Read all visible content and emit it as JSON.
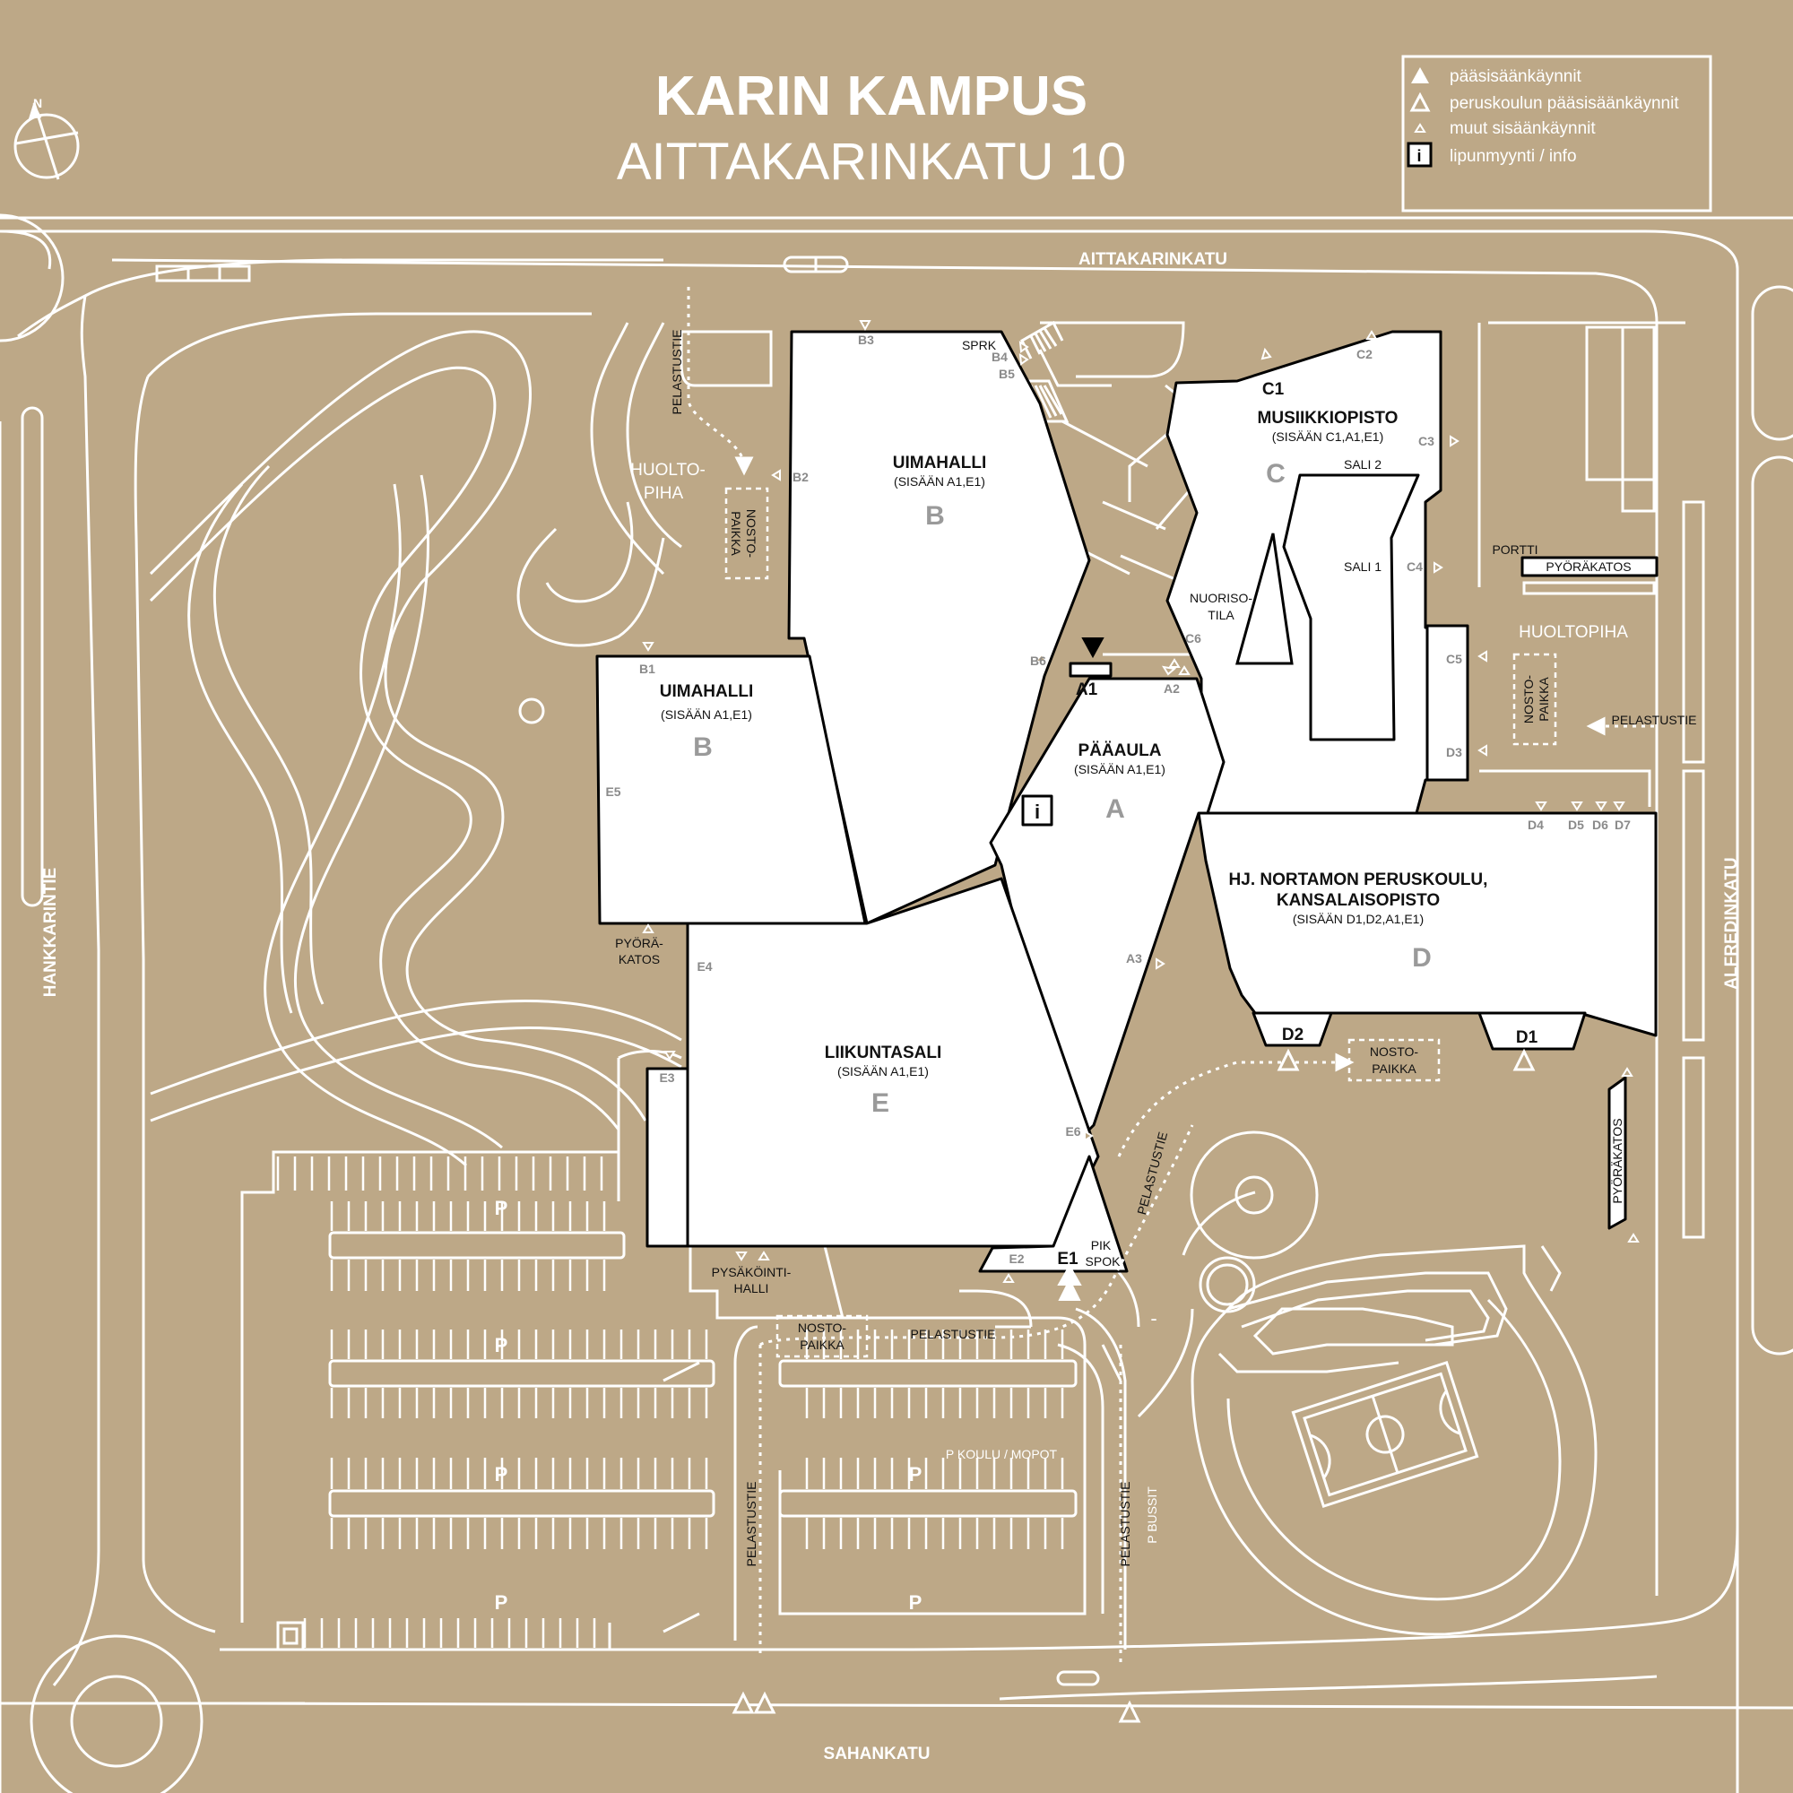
{
  "colors": {
    "background": "#bda887",
    "lines": "#ffffff",
    "building": "#ffffff",
    "text_dark": "#111111",
    "text_gray": "#9a9a9a"
  },
  "header": {
    "title": "KARIN KAMPUS",
    "subtitle": "AITTAKARINKATU 10",
    "compass_letter": "N"
  },
  "legend": [
    {
      "icon": "main-entrance-icon",
      "label": "pääsisäänkäynnit"
    },
    {
      "icon": "school-main-entrance-icon",
      "label": "peruskoulun pääsisäänkäynnit"
    },
    {
      "icon": "other-entrance-icon",
      "label": "muut sisäänkäynnit"
    },
    {
      "icon": "info-icon",
      "label": "lipunmyynti / info",
      "glyph": "i"
    }
  ],
  "streets": {
    "north": "AITTAKARINKATU",
    "west": "HANKKARINTIE",
    "east": "ALFREDINKATU",
    "south": "SAHANKATU"
  },
  "buildings": {
    "b_north": {
      "name": "UIMAHALLI",
      "sub": "(SISÄÄN A1,E1)",
      "letter": "B"
    },
    "b_west": {
      "name": "UIMAHALLI",
      "sub": "(SISÄÄN A1,E1)",
      "letter": "B"
    },
    "c": {
      "name": "MUSIIKKIOPISTO",
      "sub": "(SISÄÄN C1,A1,E1)",
      "letter": "C",
      "hall2": "SALI 2",
      "hall1": "SALI 1",
      "youth_1": "NUORISO-",
      "youth_2": "TILA"
    },
    "a": {
      "name": "PÄÄAULA",
      "sub": "(SISÄÄN A1,E1)",
      "letter": "A",
      "info": "i"
    },
    "d": {
      "name_1": "HJ. NORTAMON PERUSKOULU,",
      "name_2": "KANSALAISOPISTO",
      "sub": "(SISÄÄN D1,D2,A1,E1)",
      "letter": "D",
      "d1": "D1",
      "d2": "D2"
    },
    "e": {
      "name": "LIIKUNTASALI",
      "sub": "(SISÄÄN A1,E1)",
      "letter": "E",
      "e1": "E1",
      "pik": "PIK",
      "spok": "SPOK"
    }
  },
  "entrances": {
    "A1": "A1",
    "A2": "A2",
    "A3": "A3",
    "B1": "B1",
    "B2": "B2",
    "B3": "B3",
    "B4": "B4",
    "B5": "B5",
    "B6": "B6",
    "SPRK": "SPRK",
    "C1": "C1",
    "C2": "C2",
    "C3": "C3",
    "C4": "C4",
    "C5": "C5",
    "C6": "C6",
    "D3": "D3",
    "D4": "D4",
    "D5": "D5",
    "D6": "D6",
    "D7": "D7",
    "E2": "E2",
    "E3": "E3",
    "E4": "E4",
    "E5": "E5",
    "E6": "E6"
  },
  "labels": {
    "huoltopiha_w_1": "HUOLTO-",
    "huoltopiha_w_2": "PIHA",
    "huoltopiha_e": "HUOLTOPIHA",
    "nosto_1": "NOSTO-",
    "nosto_2": "PAIKKA",
    "pelastustie": "PELASTUSTIE",
    "portti": "PORTTI",
    "pyorakatos": "PYÖRÄKATOS",
    "pyora_1": "PYÖRÄ-",
    "pyora_2": "KATOS",
    "pysakointi_1": "PYSÄKÖINTI-",
    "pysakointi_2": "HALLI",
    "parking": "P",
    "p_koulu": "P KOULU / MOPOT",
    "p_bussit": "P BUSSIT",
    "dash": "-"
  }
}
